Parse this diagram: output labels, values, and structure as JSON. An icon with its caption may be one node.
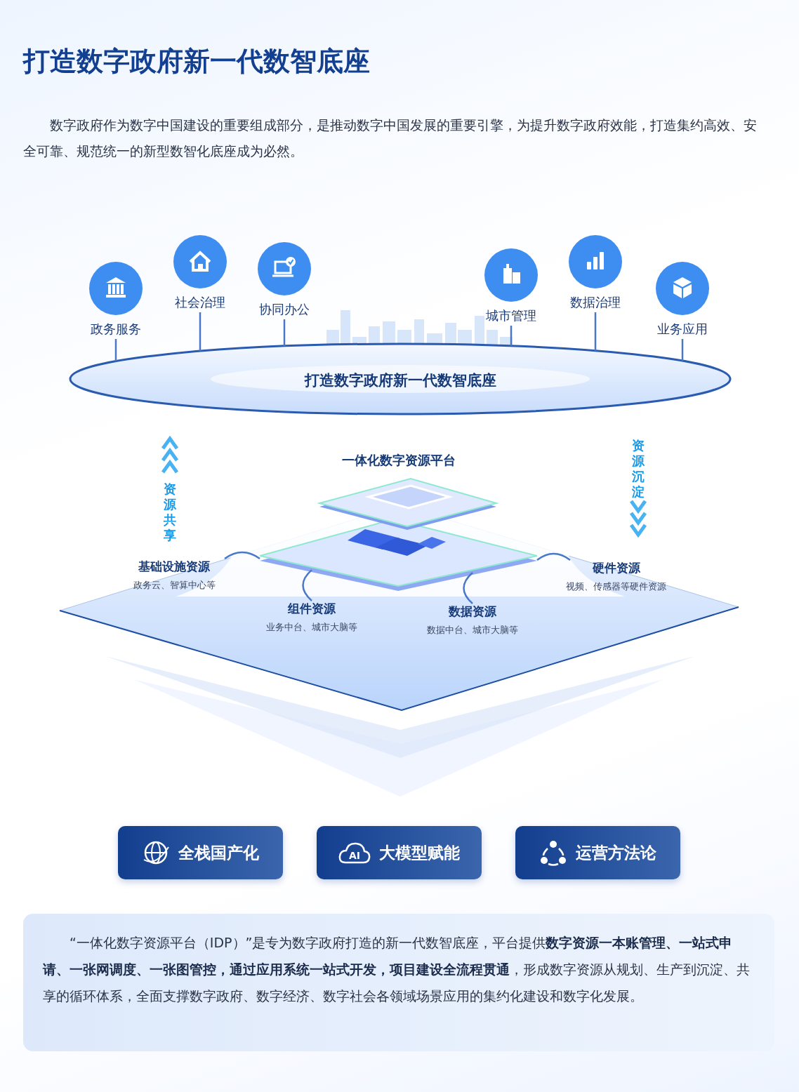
{
  "diagram": {
    "title": "打造数字政府新一代数智底座",
    "nodes": [
      {
        "text": [
          "政务服务"
        ]
      },
      {
        "text": [
          "社会治理"
        ]
      },
      {
        "text": [
          "协同办公"
        ]
      },
      {
        "text": [
          "城市管理"
        ]
      },
      {
        "text": [
          "数据治理"
        ]
      },
      {
        "text": [
          "业务应用"
        ]
      },
      {
        "text": [
          "打造数字政府新一代数智底座"
        ]
      },
      {
        "text": [
          "一体化数字资源平台"
        ]
      },
      {
        "text": [
          "基础设施资源",
          "政务云、智算中心等"
        ]
      },
      {
        "text": [
          "组件资源",
          "业务中台、城市大脑等"
        ]
      },
      {
        "text": [
          "数据资源",
          "数据中台、城市大脑等"
        ]
      },
      {
        "text": [
          "硬件资源",
          "视频、传感器等硬件资源"
        ]
      },
      {
        "text": [
          "全栈国产化"
        ]
      },
      {
        "text": [
          "AI",
          "大模型赋能"
        ]
      },
      {
        "text": [
          "运营方法论"
        ]
      }
    ],
    "edges": [
      {
        "from": 0,
        "to": 6,
        "arrow": "none"
      },
      {
        "from": 1,
        "to": 6,
        "arrow": "none"
      },
      {
        "from": 2,
        "to": 6,
        "arrow": "none"
      },
      {
        "from": 3,
        "to": 6,
        "arrow": "none"
      },
      {
        "from": 4,
        "to": 6,
        "arrow": "none"
      },
      {
        "from": 5,
        "to": 6,
        "arrow": "none"
      },
      {
        "from": 8,
        "to": 7,
        "arrow": "none"
      },
      {
        "from": 9,
        "to": 7,
        "arrow": "none"
      },
      {
        "from": 10,
        "to": 7,
        "arrow": "none"
      },
      {
        "from": 11,
        "to": 7,
        "arrow": "none"
      }
    ],
    "labels": [
      "数字政府作为数字中国建设的重要组成部分，是推动数字中国发展的重要引擎，为提升数字政府效能，打造集约高效、安全可靠、规范统一的新型数智化底座成为必然。",
      "资源共享",
      "资源沉淀",
      "“一体化数字资源平台（IDP）”是专为数字政府打造的新一代数智底座，平台提供**数字资源一本账管理、一站式申请、一张网调度、一张图管控，通过应用系统一站式开发，项目建设全流程贯通**，形成数字资源从规划、生产到沉淀、共享的循环体系，全面支撑数字政府、数字经济、数字社会各领域场景应用的集约化建设和数字化发展。"
    ]
  }
}
